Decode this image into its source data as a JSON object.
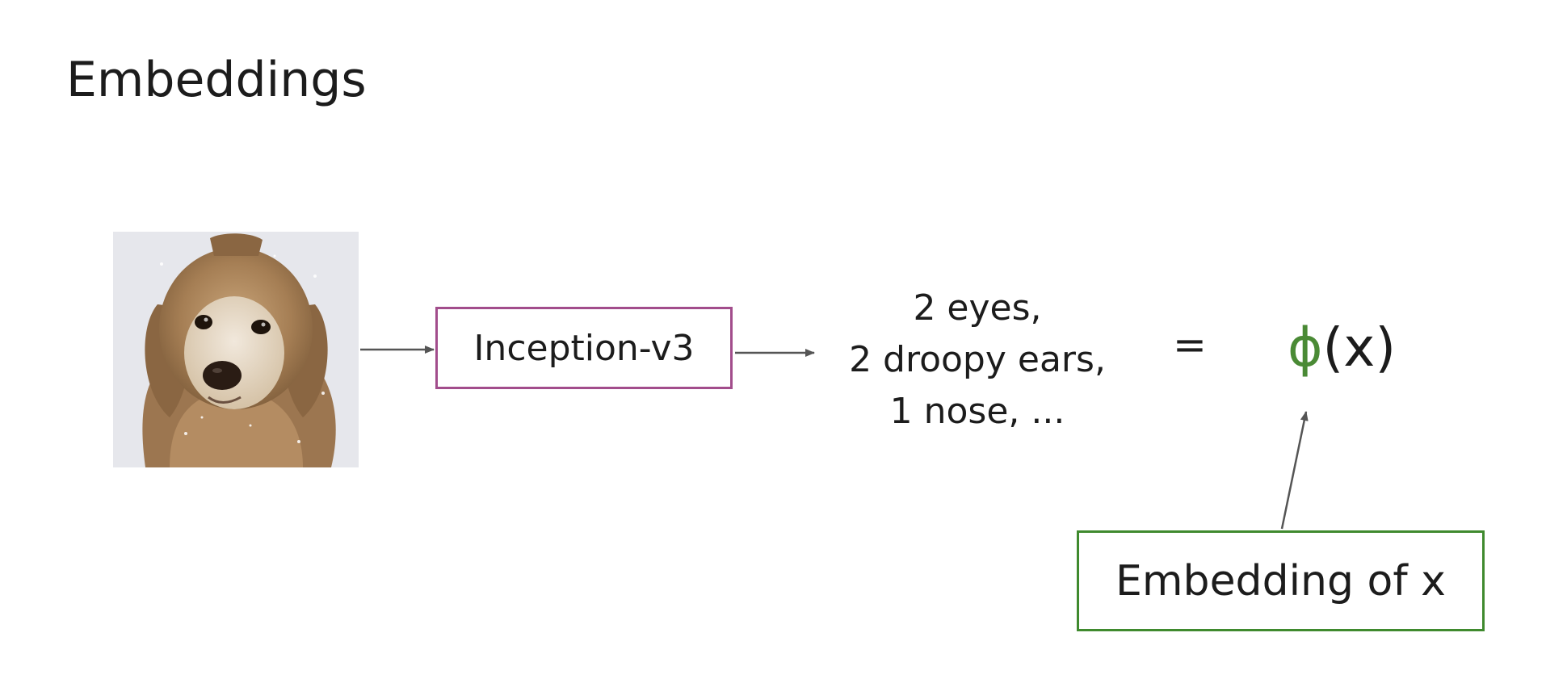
{
  "slide": {
    "title": "Embeddings"
  },
  "diagram": {
    "model_label": "Inception-v3",
    "features": [
      "2 eyes,",
      "2 droopy ears,",
      "1 nose, ..."
    ],
    "equals_sign": "=",
    "phi_symbol": "ϕ",
    "phi_argument": "(x)",
    "embedding_label": "Embedding of x"
  },
  "colors": {
    "model_box_border": "#a24d8c",
    "embedding_box_border": "#3f8a2e",
    "phi_color": "#4a8a35",
    "arrow_color": "#555555"
  },
  "icons": {
    "input_image": "dog-photo-icon"
  }
}
